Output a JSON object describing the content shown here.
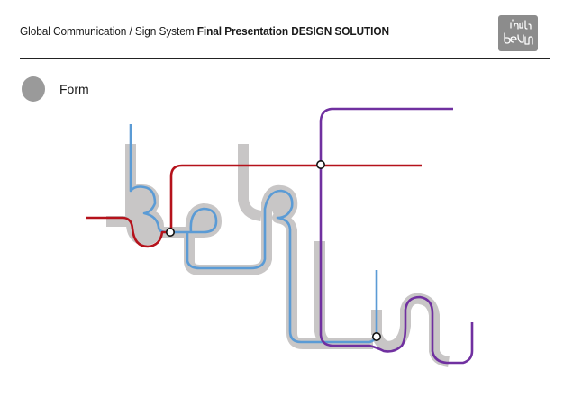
{
  "header": {
    "title_regular": "Global Communication / Sign System",
    "title_bold": "Final Presentation DESIGN SOLUTION"
  },
  "logo": {
    "text": "berlin (bilingual wordmark)",
    "background": "#8c8c8c"
  },
  "legend": {
    "label": "Form",
    "dot_color": "#9a9a9a"
  },
  "diagram": {
    "description_word": "berlin",
    "colors": {
      "form": "#c8c6c6",
      "blue_line": "#5b9bd5",
      "red_line": "#b5121b",
      "purple_line": "#7030a0",
      "station_fill": "#ffffff",
      "station_stroke": "#111111"
    },
    "lines": [
      {
        "name": "blue",
        "color": "#5b9bd5"
      },
      {
        "name": "red",
        "color": "#b5121b"
      },
      {
        "name": "purple",
        "color": "#7030a0"
      }
    ],
    "stations": 3
  }
}
